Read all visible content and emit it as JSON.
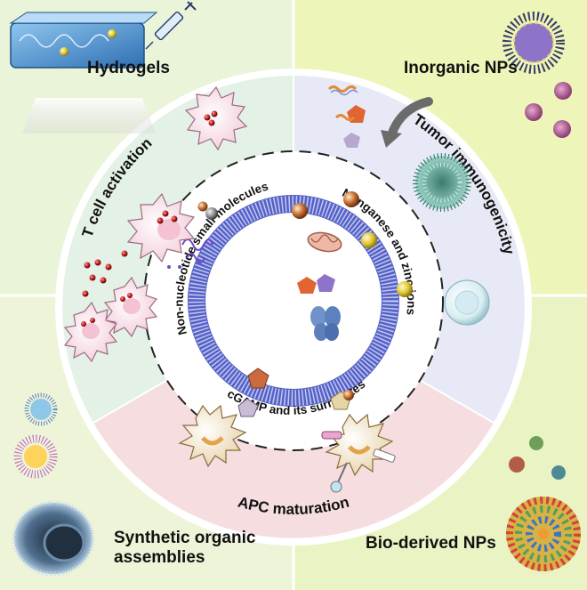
{
  "corners": {
    "hydrogels": "Hydrogels",
    "inorganic": "Inorganic NPs",
    "synthetic_line1": "Synthetic organic",
    "synthetic_line2": "assemblies",
    "bioderived": "Bio-derived NPs"
  },
  "outer_ring": {
    "t_cell": "T cell activation",
    "tumor": "Tumor immunogenicity",
    "apc": "APC maturation"
  },
  "inner_ring": {
    "non_nucleotide": "Non-nucleotide small molecules",
    "manganese": "Manganese and zinc ions",
    "cgamp": "cGAMP and its surrogates"
  },
  "colors": {
    "corner_top_left": "#eaf4d8",
    "corner_top_right": "#eef5b8",
    "corner_bottom_left": "#edf4d8",
    "corner_bottom_right": "#eaf3c4",
    "sector_t_cell": "#e3f1e6",
    "sector_tumor": "#e7e9f6",
    "sector_apc": "#f6dde0",
    "sting_ring": "#5561c6"
  }
}
